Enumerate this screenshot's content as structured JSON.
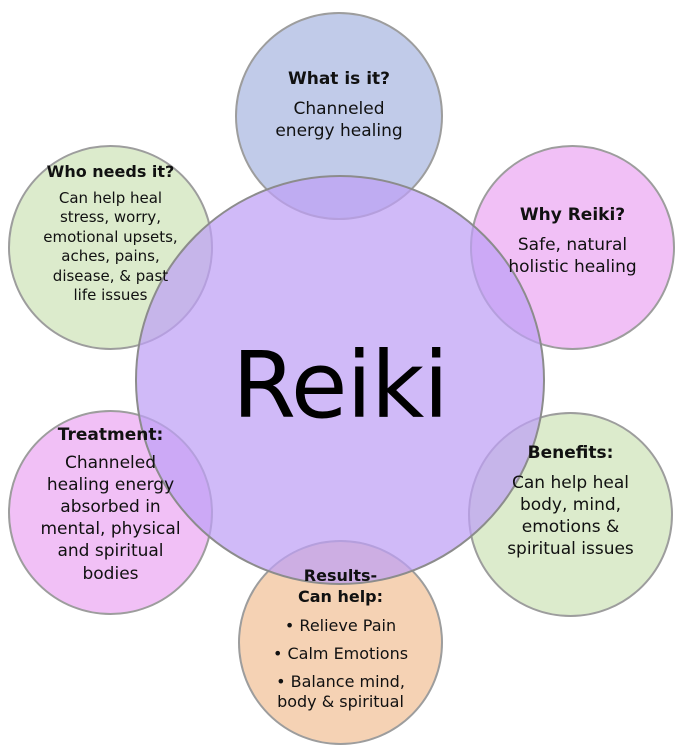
{
  "center": {
    "title": "Reiki"
  },
  "nodes": {
    "what": {
      "title": "What is it?",
      "body_lines": [
        "Channeled",
        "energy healing"
      ]
    },
    "why": {
      "title": "Why Reiki?",
      "body_lines": [
        "Safe, natural",
        "holistic healing"
      ]
    },
    "benefits": {
      "title": "Benefits:",
      "body_lines": [
        "Can help heal",
        "body, mind,",
        "emotions &",
        "spiritual issues"
      ]
    },
    "results": {
      "title_lines": [
        "Results-",
        "Can help:"
      ],
      "bullets": [
        "• Relieve Pain",
        "• Calm Emotions",
        "• Balance mind,",
        "body & spiritual"
      ]
    },
    "treatment": {
      "title": "Treatment:",
      "body_lines": [
        "Channeled",
        "healing energy",
        "absorbed in",
        "mental, physical",
        "and spiritual",
        "bodies"
      ]
    },
    "who": {
      "title": "Who needs it?",
      "body_lines": [
        "Can help heal",
        "stress, worry,",
        "emotional upsets,",
        "aches, pains,",
        "disease, & past",
        "life issues"
      ]
    }
  },
  "colors": {
    "center": "#c9b3f7",
    "what": "#b7c3e6",
    "why": "#efb6f5",
    "benefits": "#d6e8c4",
    "results": "#f4cba8",
    "treatment": "#efb6f5",
    "who": "#d6e8c4",
    "border": "#8c8c8c"
  }
}
